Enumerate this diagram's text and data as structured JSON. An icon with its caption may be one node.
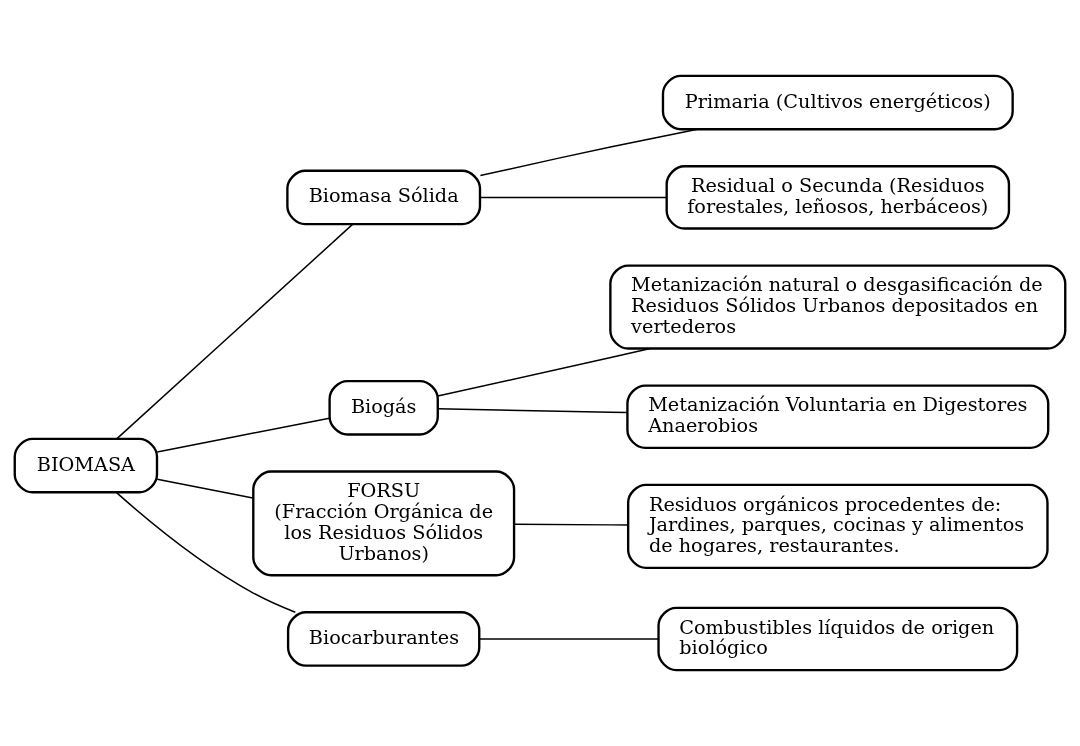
{
  "diagram": {
    "nodes": [
      {
        "text": [
          "BIOMASA"
        ]
      },
      {
        "text": [
          "Biomasa Sólida"
        ]
      },
      {
        "text": [
          "Primaria (Cultivos energéticos)"
        ]
      },
      {
        "text": [
          "Residual o Secunda (Residuos forestales, leñosos, herbáceos)"
        ]
      },
      {
        "text": [
          "Biogás"
        ]
      },
      {
        "text": [
          "Metanización natural o desgasificación de Residuos Sólidos Urbanos depositados en vertederos"
        ]
      },
      {
        "text": [
          "Metanización Voluntaria en Digestores Anaerobios"
        ]
      },
      {
        "text": [
          "FORSU",
          "(Fracción Orgánica de los Residuos Sólidos Urbanos)"
        ]
      },
      {
        "text": [
          "Residuos orgánicos procedentes de: Jardines, parques, cocinas y alimentos de hogares, restaurantes."
        ]
      },
      {
        "text": [
          "Biocarburantes"
        ]
      },
      {
        "text": [
          "Combustibles líquidos de origen biológico"
        ]
      }
    ],
    "edges": [
      {
        "from": 0,
        "to": 1,
        "arrow": "none"
      },
      {
        "from": 1,
        "to": 2,
        "arrow": "none"
      },
      {
        "from": 1,
        "to": 3,
        "arrow": "none"
      },
      {
        "from": 0,
        "to": 4,
        "arrow": "none"
      },
      {
        "from": 4,
        "to": 5,
        "arrow": "none"
      },
      {
        "from": 4,
        "to": 6,
        "arrow": "none"
      },
      {
        "from": 0,
        "to": 7,
        "arrow": "none"
      },
      {
        "from": 7,
        "to": 8,
        "arrow": "none"
      },
      {
        "from": 0,
        "to": 9,
        "arrow": "none"
      },
      {
        "from": 9,
        "to": 10,
        "arrow": "none"
      }
    ]
  }
}
